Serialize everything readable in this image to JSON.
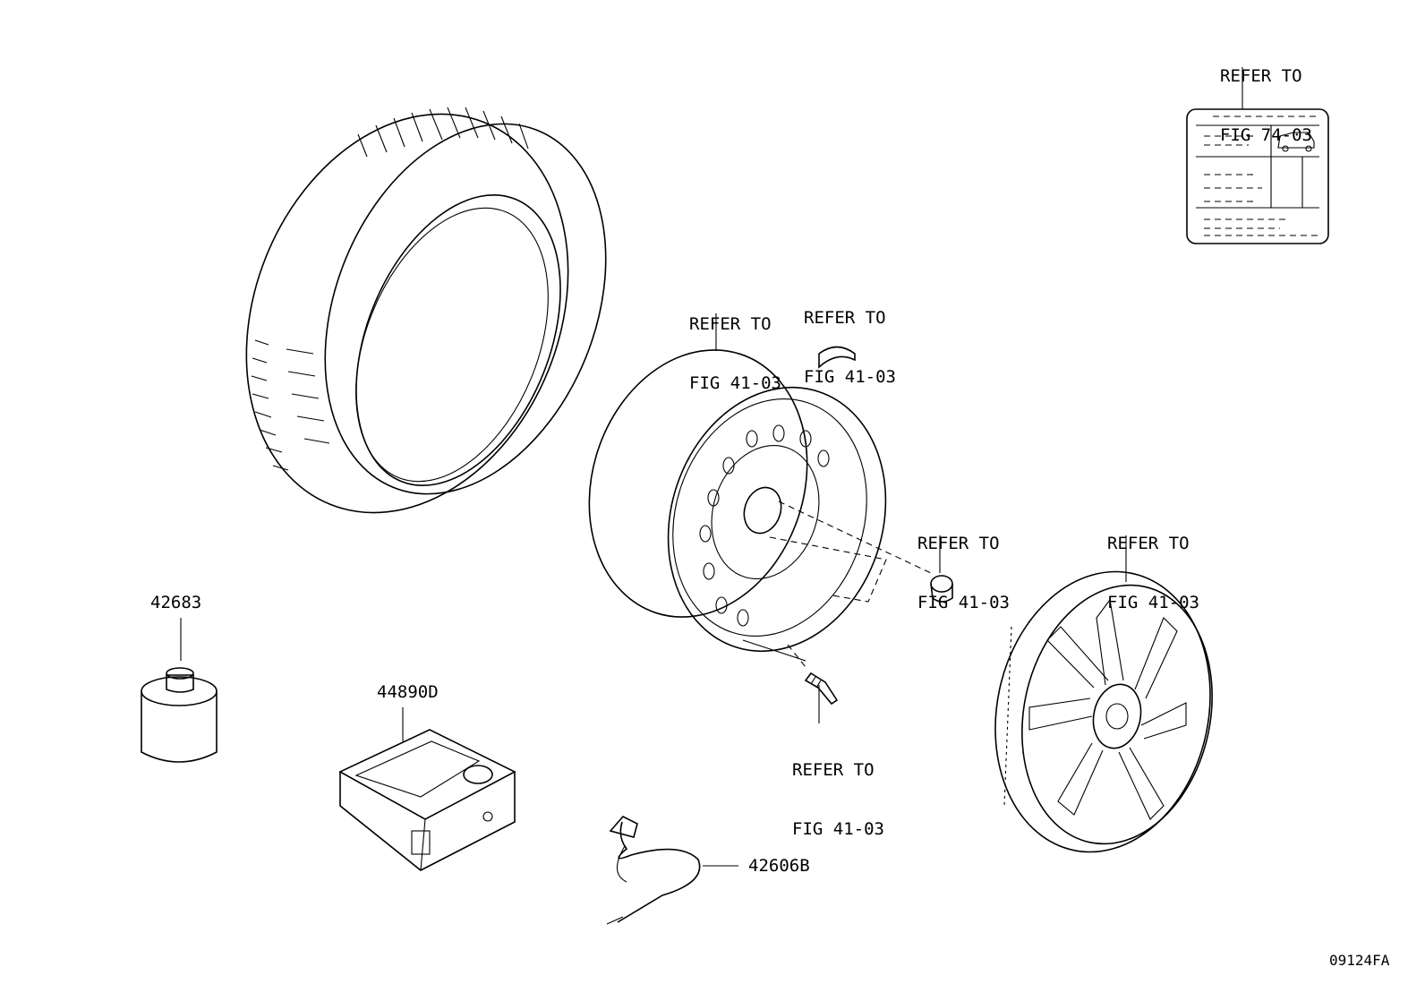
{
  "figure_code": "09124FA",
  "references": {
    "label_plate": {
      "line1": "REFER TO",
      "line2": "FIG 74-03"
    },
    "wheel": {
      "line1": "REFER TO",
      "line2": "FIG 41-03"
    },
    "balance_weight": {
      "line1": "REFER TO",
      "line2": "FIG 41-03"
    },
    "hub_nut": {
      "line1": "REFER TO",
      "line2": "FIG 41-03"
    },
    "valve": {
      "line1": "REFER TO",
      "line2": "FIG 41-03"
    },
    "wheel_cap": {
      "line1": "REFER TO",
      "line2": "FIG 41-03"
    }
  },
  "part_numbers": {
    "sealant_bottle": "42683",
    "repair_kit": "44890D",
    "hose": "42606B"
  }
}
